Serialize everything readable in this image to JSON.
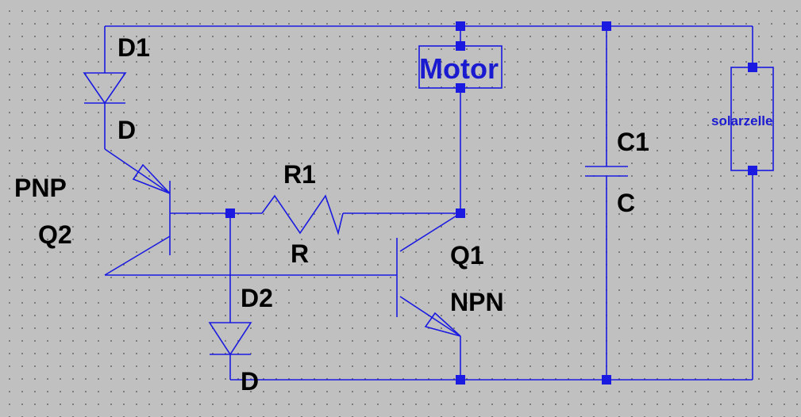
{
  "components": {
    "d1": {
      "ref": "D1",
      "value": "D"
    },
    "d2": {
      "ref": "D2",
      "value": "D"
    },
    "q1": {
      "ref": "Q1",
      "value": "NPN"
    },
    "q2": {
      "ref": "Q2",
      "value": "PNP"
    },
    "r1": {
      "ref": "R1",
      "value": "R"
    },
    "c1": {
      "ref": "C1",
      "value": "C"
    },
    "motor": {
      "label": "Motor"
    },
    "solar": {
      "label": "solarzelle"
    }
  },
  "colors": {
    "wire": "#1a1ae0",
    "background": "#c0c0c0",
    "label": "#000000"
  }
}
